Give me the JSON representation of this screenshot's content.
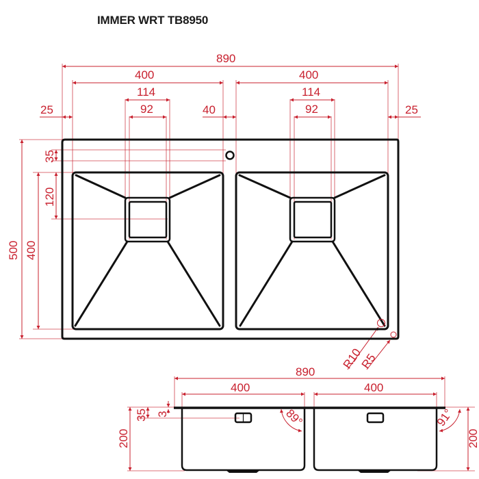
{
  "title": "IMMER WRT TB8950",
  "colors": {
    "dimension": "#c8202e",
    "outline": "#111111",
    "background": "#ffffff"
  },
  "top_view": {
    "overall_width": "890",
    "bowl_left_width": "400",
    "bowl_right_width": "400",
    "drain_outer_left": "114",
    "drain_inner_left": "92",
    "drain_outer_right": "114",
    "drain_inner_right": "92",
    "edge_left": "25",
    "edge_right": "25",
    "bowl_gap": "40",
    "overall_depth": "500",
    "bowl_depth": "400",
    "tap_hole_offset": "35",
    "drain_offset": "120",
    "inner_radius": "R10",
    "outer_radius": "R5"
  },
  "side_view": {
    "overall_width": "890",
    "bowl_left_width": "400",
    "bowl_right_width": "400",
    "overflow_offset": "35",
    "rim_thickness": "3",
    "depth_left": "200",
    "depth_right": "200",
    "angle_left": "89°",
    "angle_right": "91°"
  }
}
